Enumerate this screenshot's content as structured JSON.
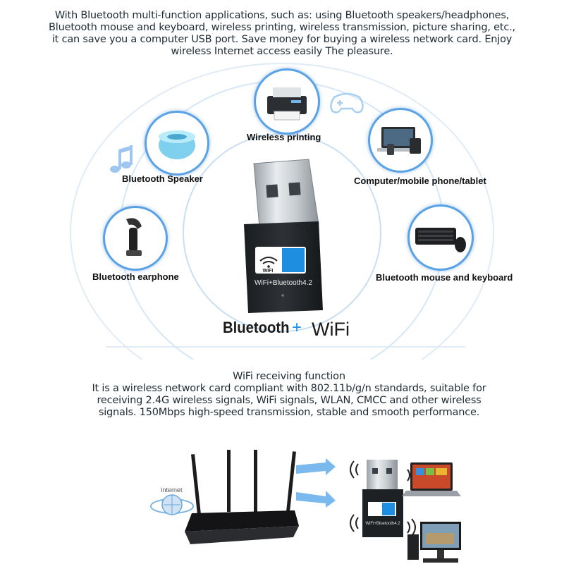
{
  "top_description": [
    "With Bluetooth multi-function applications, such as: using Bluetooth speakers/headphones,",
    "Bluetooth mouse and keyboard, wireless printing, wireless transmission, picture sharing, etc.,",
    "it can save you a computer USB port. Save money for buying a wireless network card. Enjoy",
    "wireless Internet access easily The pleasure."
  ],
  "applications": {
    "printing": "Wireless printing",
    "speaker": "Bluetooth Speaker",
    "computer": "Computer/mobile phone/tablet",
    "earphone": "Bluetooth earphone",
    "keyboard": "Bluetooth mouse and keyboard"
  },
  "dongle": {
    "wifi_logo": "WIFI",
    "label": "WiFi+Bluetooth4.2"
  },
  "banner": {
    "bluetooth": "Bluetooth",
    "plus": "+",
    "wifi": "WiFi"
  },
  "wifi_section": {
    "title": "WiFi receiving function",
    "lines": [
      "It is a wireless network card compliant with 802.11b/g/n standards, suitable for",
      "receiving 2.4G wireless signals, WiFi signals, WLAN, CMCC and other wireless",
      "signals. 150Mbps high-speed transmission, stable and smooth performance."
    ]
  },
  "diagram": {
    "internet_label": "Internet",
    "small_dongle_label": "WiFi+Bluetooth4.2"
  },
  "colors": {
    "ring": "#5aa2e6",
    "dongle_blue": "#1e8fe0",
    "text": "#1f2a33"
  }
}
